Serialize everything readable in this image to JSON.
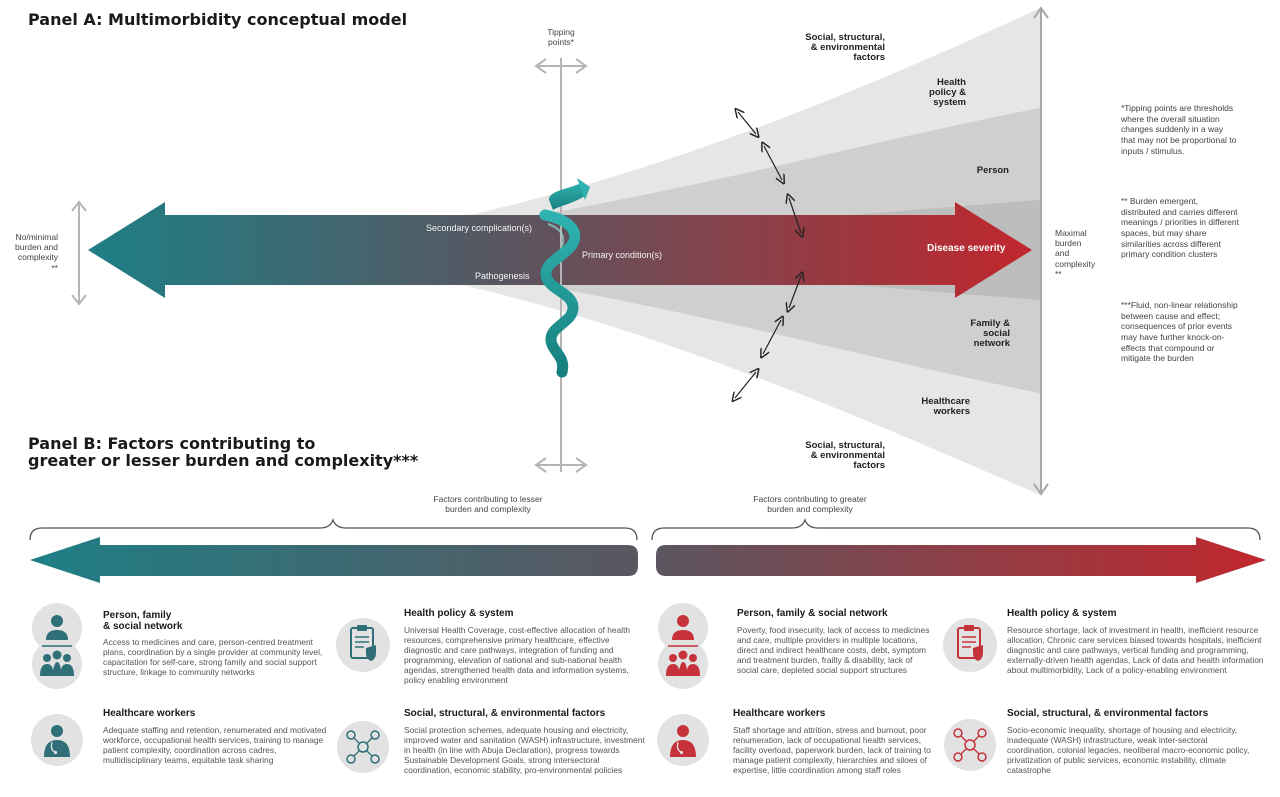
{
  "panel_a": {
    "title": "Panel A: Multimorbidity conceptual model",
    "tipping_points": "Tipping\npoints*",
    "no_minimal": "No/minimal\nburden and\ncomplexity\n**",
    "maximal": "Maximal\nburden\nand\ncomplexity\n**",
    "secondary": "Secondary complication(s)",
    "primary": "Primary condition(s)",
    "pathogenesis": "Pathogenesis",
    "disease_severity": "Disease severity",
    "layers": {
      "ssef_top": "Social, structural,\n& environmental\nfactors",
      "health_policy": "Health\npolicy &\nsystem",
      "person": "Person",
      "family": "Family &\nsocial\nnetwork",
      "healthcare_workers": "Healthcare\nworkers",
      "ssef_bottom": "Social, structural,\n& environmental\nfactors"
    },
    "notes": [
      "*Tipping points are thresholds where the overall situation changes suddenly in a way that may not be proportional to inputs / stimulus.",
      "** Burden emergent, distributed and carries different meanings / priorities in different spaces, but may share similarities across different primary condition clusters",
      "***Fluid, non-linear relationship between cause and effect; consequences of prior events may have further knock-on-effects that compound or mitigate the burden"
    ]
  },
  "panel_b": {
    "title": "Panel B: Factors contributing to\ngreater or lesser burden and complexity***",
    "lesser_label": "Factors contributing to lesser\nburden and complexity",
    "greater_label": "Factors contributing to greater\nburden and complexity",
    "lesser": [
      {
        "heading": "Person, family\n& social network",
        "icon": "person-family-icon",
        "body": "Access to medicines and care, person-centred treatment plans, coordination by a single provider at community level, capacitation for self-care, strong family and social support structure, linkage to community networks"
      },
      {
        "heading": "Health policy & system",
        "icon": "clipboard-shield-icon",
        "body": "Universal Health Coverage, cost-effective allocation of health resources, comprehensive primary healthcare, effective diagnostic and care pathways, integration of funding and programming, elevation of national and sub-national health agendas, strengthened health data and information systems, policy enabling environment"
      },
      {
        "heading": "Healthcare workers",
        "icon": "doctor-icon",
        "body": "Adequate staffing and retention, renumerated and motivated workforce, occupational health services, training to manage patient complexity, coordination across cadres, multidisciplinary teams, equitable task sharing"
      },
      {
        "heading": "Social, structural, & environmental factors",
        "icon": "network-icon",
        "body": "Social protection schemes, adequate housing and electricity, improved water and sanitation (WASH) infrastructure, investment in health (in line with Abuja Declaration), progress towards Sustainable Development Goals, strong intersectoral coordination, economic stability, pro-environmental policies"
      }
    ],
    "greater": [
      {
        "heading": "Person, family & social network",
        "icon": "person-family-icon",
        "body": "Poverty, food insecurity,  lack of access to medicines and care, multiple providers in multiple locations, direct and indirect healthcare costs, debt, symptom and treatment burden, frailty & disability, lack of social care, depleted social support structures"
      },
      {
        "heading": "Health policy & system",
        "icon": "clipboard-shield-icon",
        "body": "Resource shortage, lack of investment in health, inefficient resource allocation, Chronic care services biased towards hospitals, inefficient diagnostic and care pathways, vertical funding and programming, externally-driven health agendas, Lack of data and health information about multimorbidity, Lack of a policy-enabling environment"
      },
      {
        "heading": "Healthcare workers",
        "icon": "doctor-icon",
        "body": "Staff shortage and attrition, stress and burnout, poor renumeration, lack of occupational health services, facility overload, paperwork burden, lack of training to manage patient complexity, hierarchies and siloes of expertise, little coordination among staff roles"
      },
      {
        "heading": "Social, structural, & environmental factors",
        "icon": "network-icon",
        "body": "Socio-economic inequality, shortage of housing and electricity, inadequate (WASH) infrastructure, weak inter-sectoral coordination, colonial legacies, neoliberal macro-economic policy, privatization of public services, economic instability, climate catastrophe"
      }
    ]
  },
  "colors": {
    "teal": "#1e7f86",
    "red": "#c1272d",
    "grey": "#d9d9d9",
    "icon_teal": "#2e6f78",
    "icon_red": "#c6323a"
  }
}
